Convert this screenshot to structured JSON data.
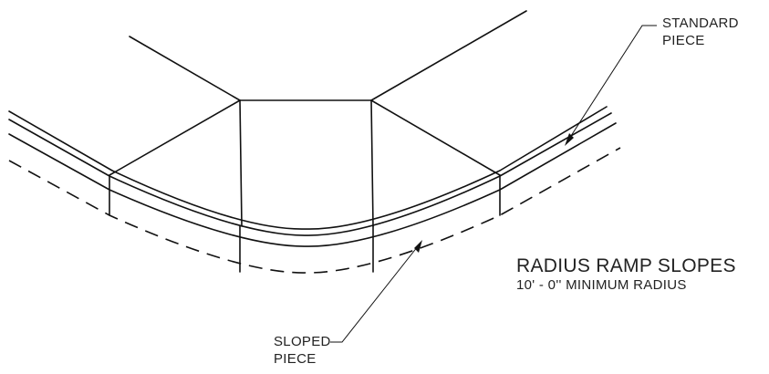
{
  "labels": {
    "standard_line1": "STANDARD",
    "standard_line2": "PIECE",
    "sloped_line1": "SLOPED",
    "sloped_line2": "PIECE",
    "title": "RADIUS RAMP SLOPES",
    "subtitle": "10' - 0'' MINIMUM RADIUS"
  }
}
